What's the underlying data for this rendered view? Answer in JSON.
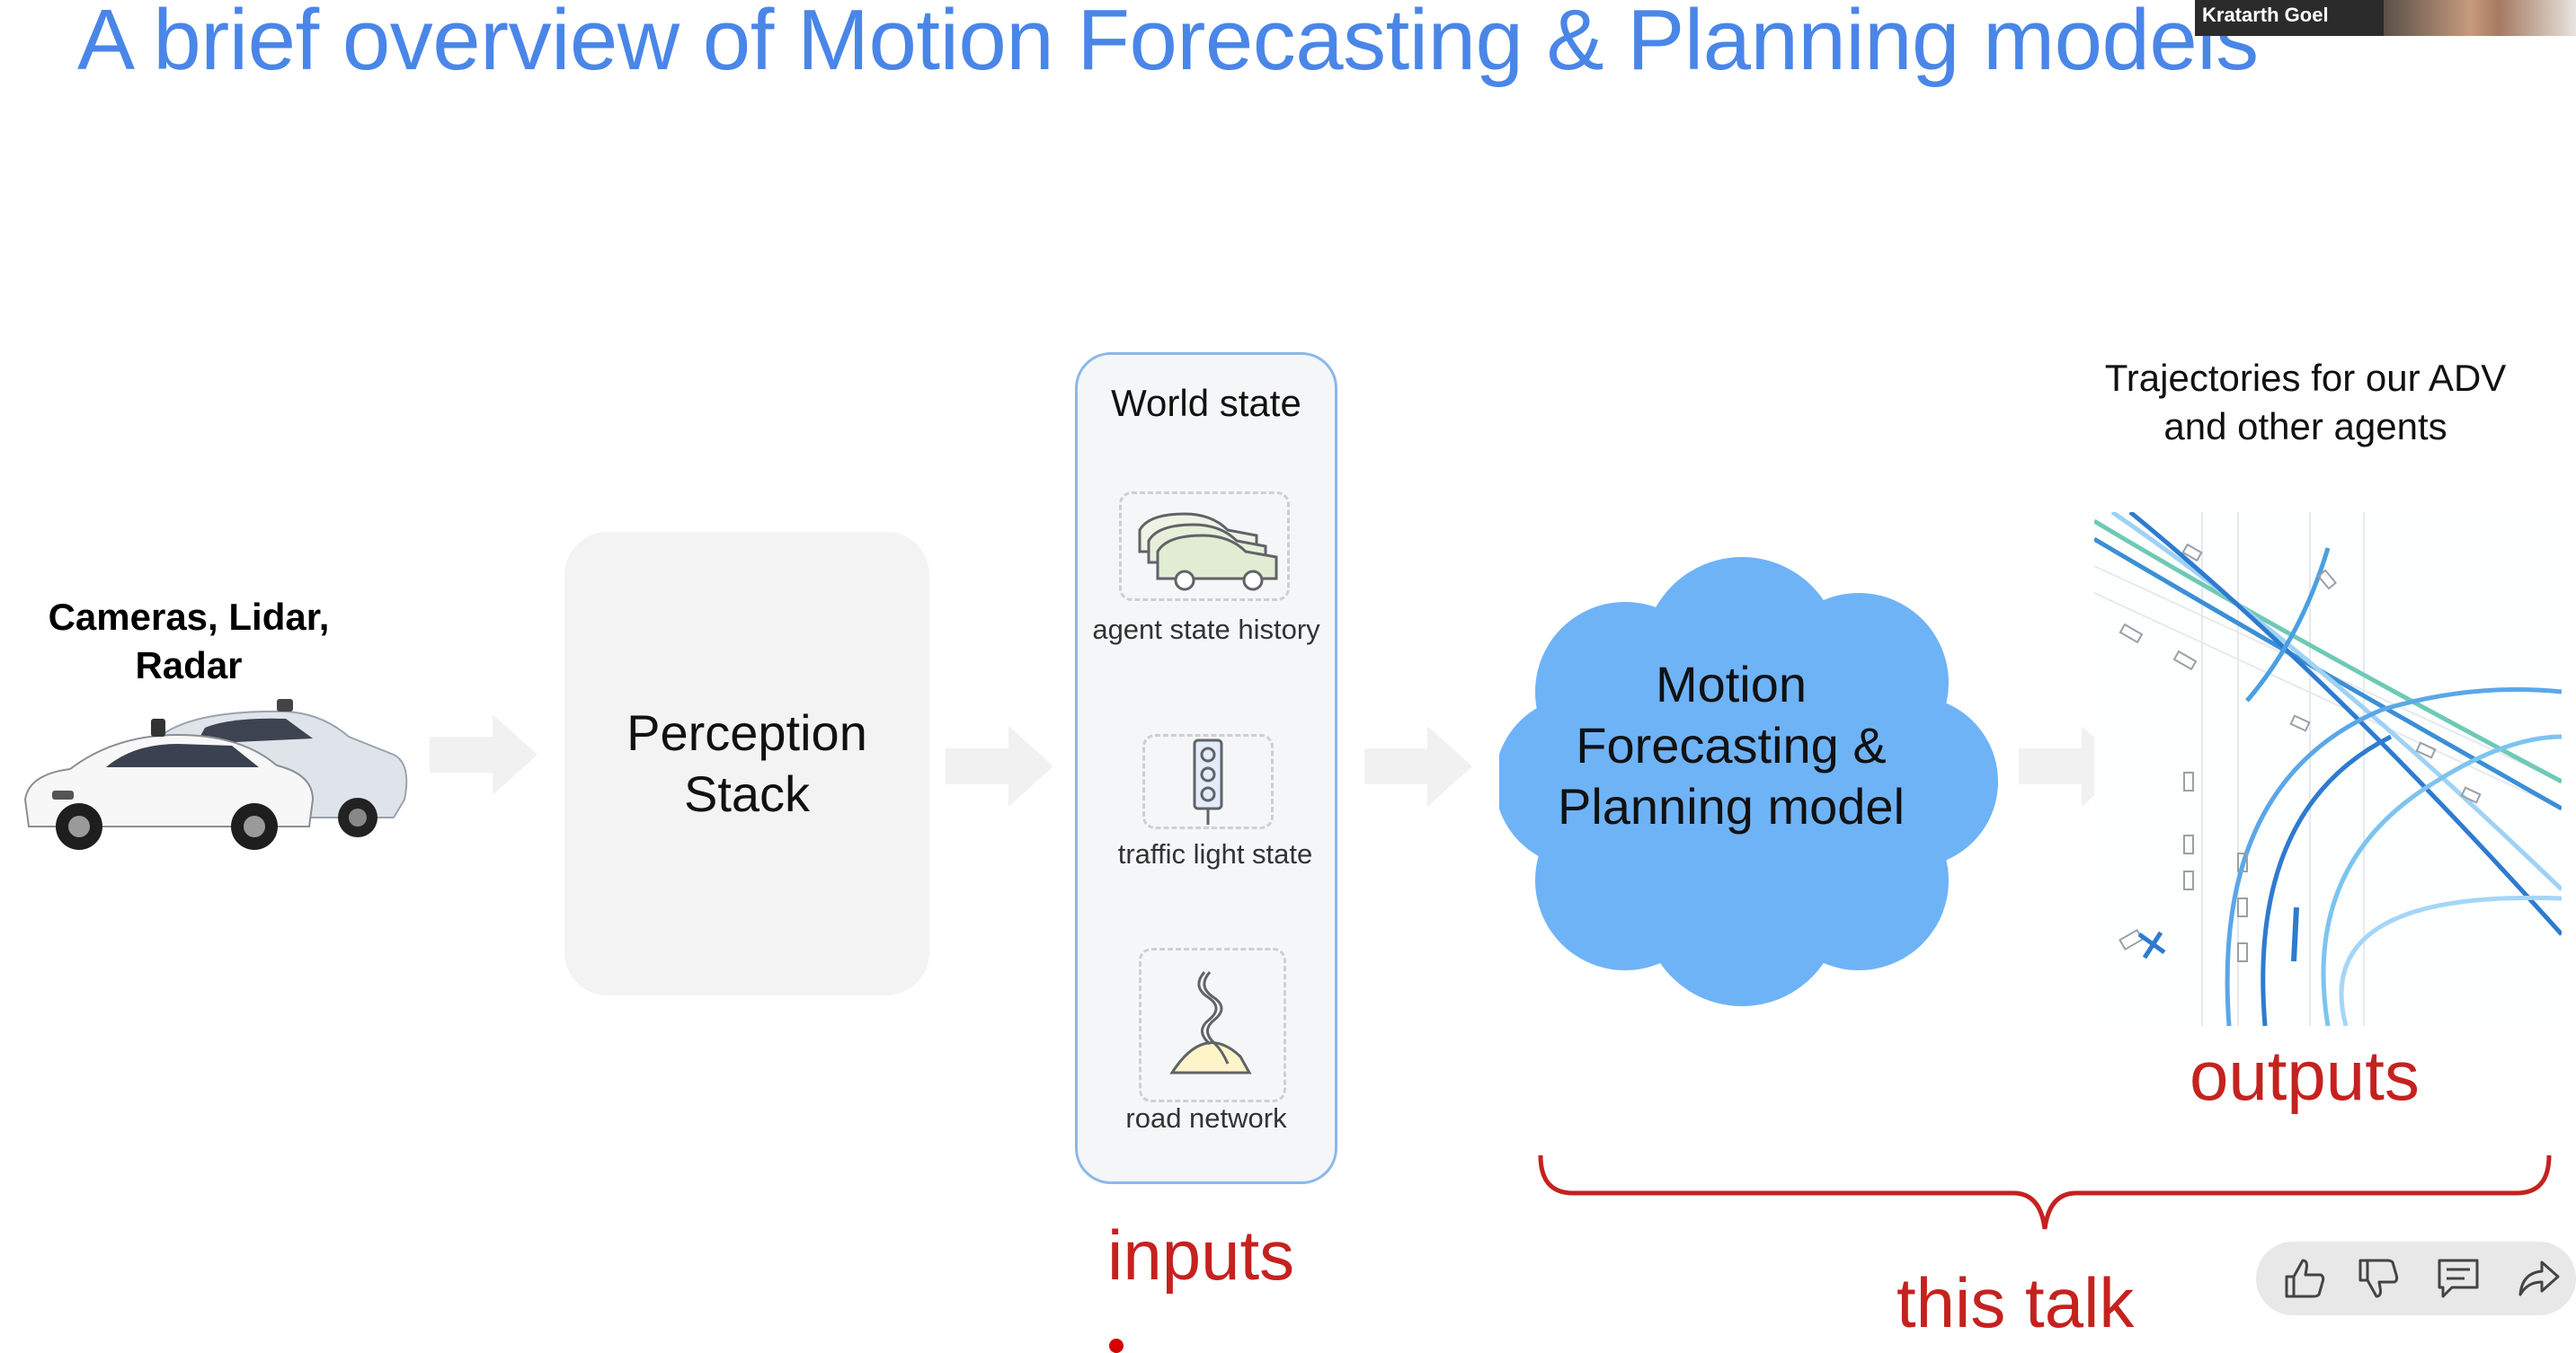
{
  "slide": {
    "title": "A brief overview of Motion Forecasting & Planning models"
  },
  "speaker": {
    "name": "Kratarth Goel"
  },
  "sensors": {
    "label": "Cameras, Lidar, Radar"
  },
  "perception": {
    "label": "Perception Stack"
  },
  "world_state": {
    "title": "World state",
    "items": [
      {
        "label": "agent state history",
        "icon": "cars-icon"
      },
      {
        "label": "traffic light state",
        "icon": "traffic-light-icon"
      },
      {
        "label": "road network",
        "icon": "road-icon"
      }
    ]
  },
  "model": {
    "label": "Motion Forecasting & Planning model",
    "color": "#6fb3f7"
  },
  "outputs": {
    "caption": "Trajectories for our ADV and other agents"
  },
  "labels": {
    "inputs": "inputs",
    "outputs": "outputs",
    "this_talk": "this talk",
    "accent": "#c5221f"
  },
  "reactions": [
    "thumbs-up-icon",
    "thumbs-down-icon",
    "comment-icon",
    "share-icon"
  ]
}
